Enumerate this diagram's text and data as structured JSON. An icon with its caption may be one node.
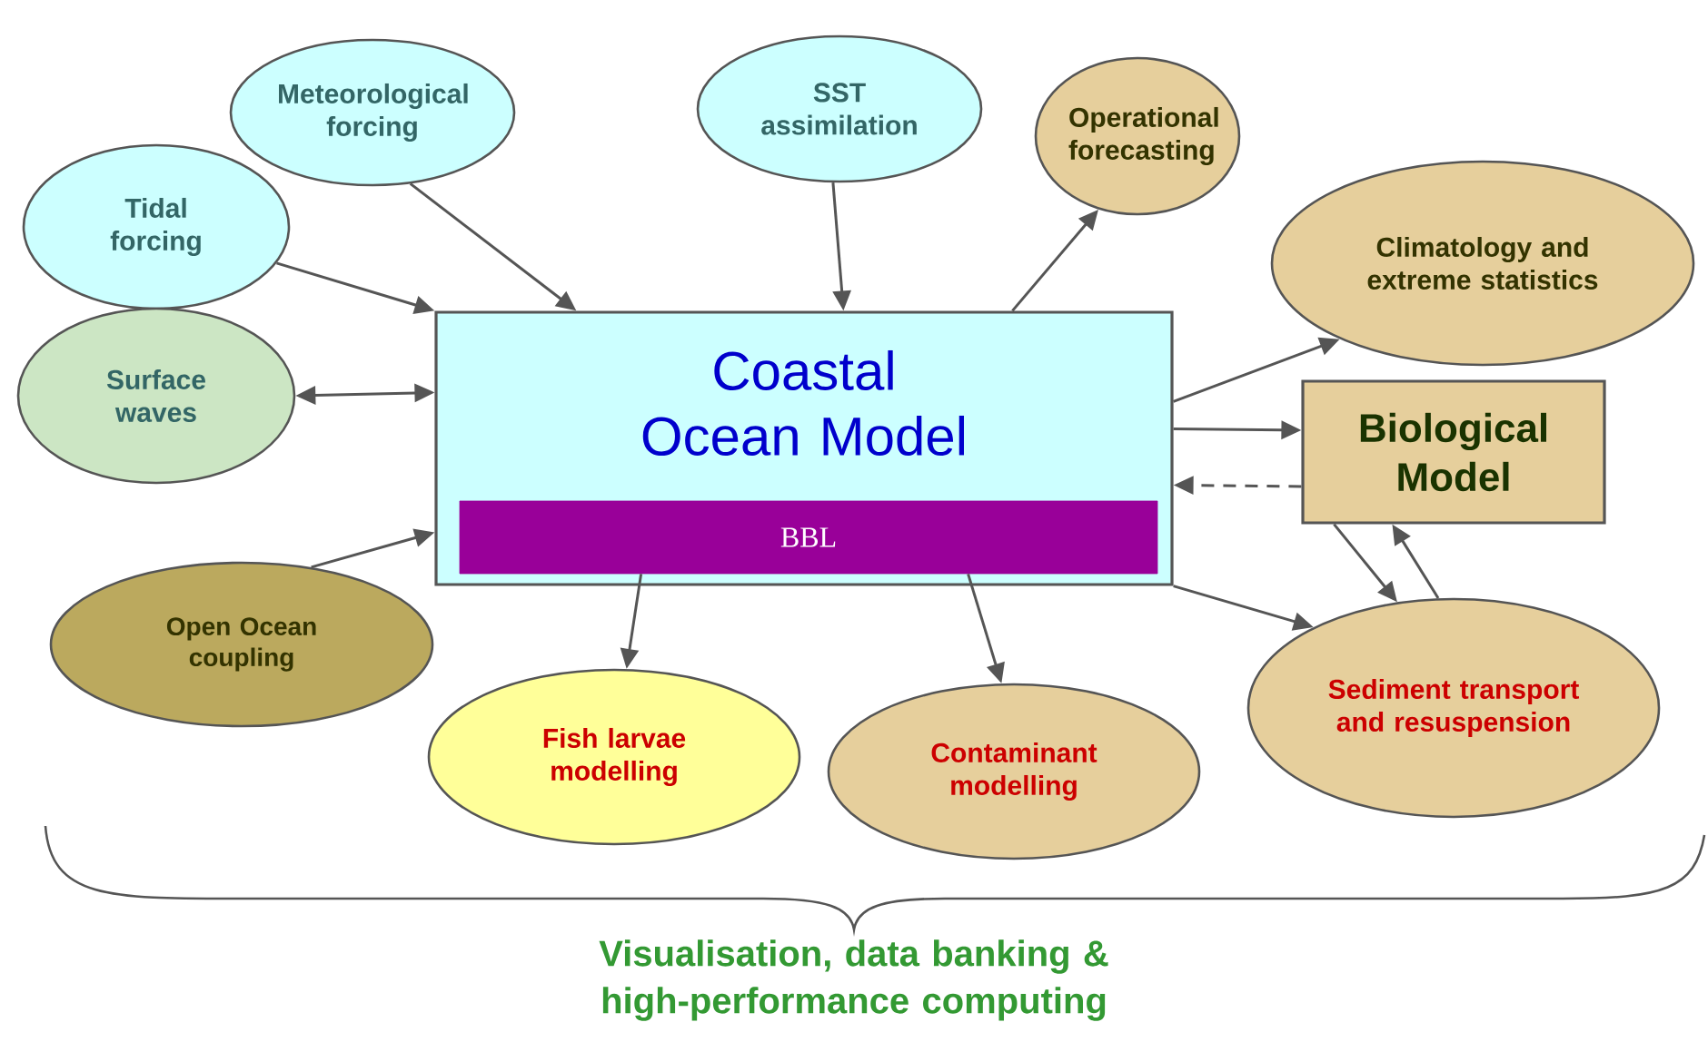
{
  "diagram": {
    "caption": "Visualisation, data banking & high-performance computing",
    "nodes": [
      {
        "text": [
          "Meteorological forcing"
        ]
      },
      {
        "text": [
          "SST assimilation"
        ]
      },
      {
        "text": [
          "Operational forecasting"
        ]
      },
      {
        "text": [
          "Tidal forcing"
        ]
      },
      {
        "text": [
          "Climatology and extreme statistics"
        ]
      },
      {
        "text": [
          "Surface waves"
        ]
      },
      {
        "text": [
          "Coastal Ocean Model"
        ]
      },
      {
        "text": [
          "BBL"
        ],
        "in": 6
      },
      {
        "text": [
          "Biological Model"
        ]
      },
      {
        "text": [
          "Open Ocean coupling"
        ]
      },
      {
        "text": [
          "Sediment transport and resuspension"
        ]
      },
      {
        "text": [
          "Fish larvae modelling"
        ]
      },
      {
        "text": [
          "Contaminant modelling"
        ]
      }
    ],
    "edges": [
      {
        "from": 3,
        "to": 6,
        "arrow": "to"
      },
      {
        "from": 0,
        "to": 6,
        "arrow": "to"
      },
      {
        "from": 1,
        "to": 6,
        "arrow": "to"
      },
      {
        "from": 6,
        "to": 2,
        "arrow": "to"
      },
      {
        "from": 6,
        "to": 4,
        "arrow": "to"
      },
      {
        "from": 5,
        "to": 6,
        "arrow": "both"
      },
      {
        "from": 6,
        "to": 8,
        "arrow": "to"
      },
      {
        "from": 8,
        "to": 6,
        "arrow": "to",
        "style": "dashed"
      },
      {
        "from": 9,
        "to": 6,
        "arrow": "to"
      },
      {
        "from": 7,
        "to": 11,
        "arrow": "to"
      },
      {
        "from": 7,
        "to": 12,
        "arrow": "to"
      },
      {
        "from": 6,
        "to": 10,
        "arrow": "to"
      },
      {
        "from": 8,
        "to": 10,
        "arrow": "to"
      },
      {
        "from": 10,
        "to": 8,
        "arrow": "to"
      }
    ]
  }
}
